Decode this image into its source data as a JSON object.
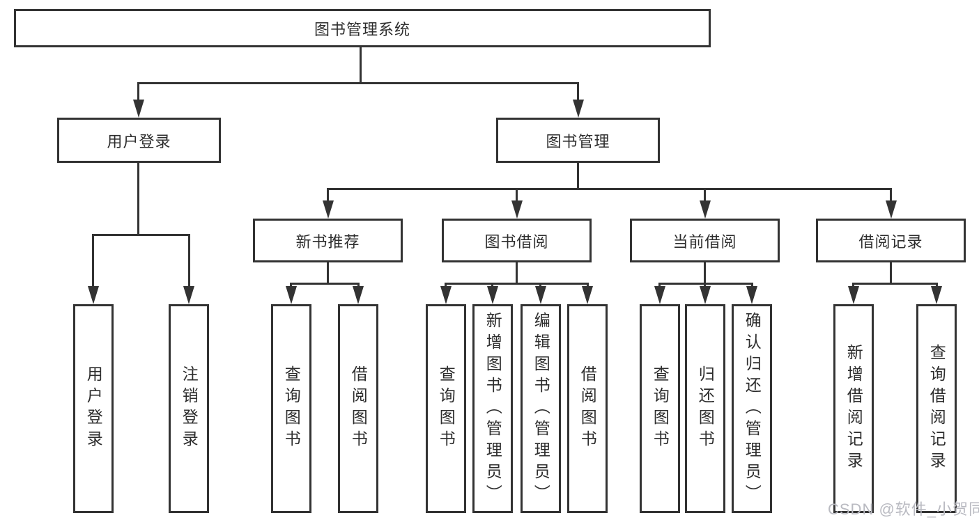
{
  "diagram": {
    "root": {
      "label": "图书管理系统"
    },
    "level2": {
      "user_login": {
        "label": "用户登录"
      },
      "book_mgmt": {
        "label": "图书管理"
      }
    },
    "level3": {
      "new_book_rec": {
        "label": "新书推荐"
      },
      "book_borrow": {
        "label": "图书借阅"
      },
      "current_borrow": {
        "label": "当前借阅"
      },
      "borrow_records": {
        "label": "借阅记录"
      }
    },
    "leaves": {
      "user_login": {
        "label": "用户登录"
      },
      "logout": {
        "label": "注销登录"
      },
      "rec_query_books": {
        "label": "查询图书"
      },
      "rec_borrow_books": {
        "label": "借阅图书"
      },
      "bb_query_books": {
        "label": "查询图书"
      },
      "bb_add_books_admin": {
        "label": "新增图书（管理员）"
      },
      "bb_edit_books_admin": {
        "label": "编辑图书（管理员）"
      },
      "bb_borrow_books": {
        "label": "借阅图书"
      },
      "cb_query_books": {
        "label": "查询图书"
      },
      "cb_return_books": {
        "label": "归还图书"
      },
      "cb_confirm_return_admin": {
        "label": "确认归还（管理员）"
      },
      "br_add_record": {
        "label": "新增借阅记录"
      },
      "br_query_record": {
        "label": "查询借阅记录"
      }
    }
  },
  "watermark": {
    "text": "CSDN @软件_小贺同学"
  },
  "colors": {
    "line": "#333333",
    "box_border": "#333333",
    "text": "#2d2d2d",
    "watermark": "#b9bac1",
    "background": "#ffffff"
  }
}
